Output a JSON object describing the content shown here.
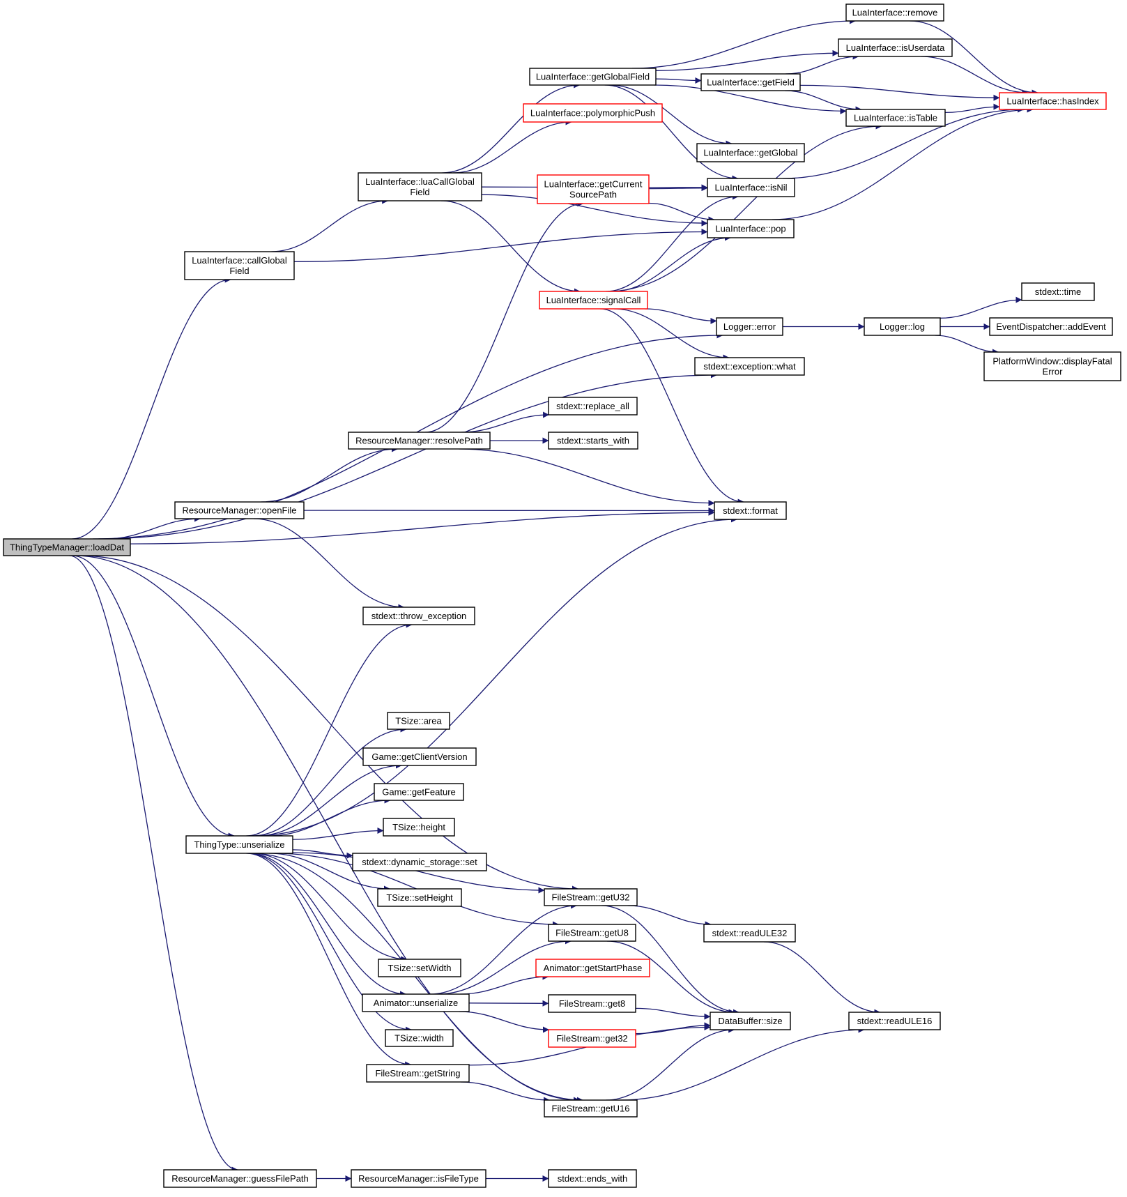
{
  "graph": {
    "root": "loadDat",
    "colors": {
      "edge": "#191970",
      "box_border": "#000000",
      "box_border_incomplete": "#ff0000",
      "root_fill": "#bfbfbf"
    },
    "nodes": [
      {
        "id": "loadDat",
        "lines": [
          "ThingTypeManager::loadDat"
        ],
        "style": "root"
      },
      {
        "id": "callGlobalField",
        "lines": [
          "LuaInterface::callGlobal",
          "Field"
        ]
      },
      {
        "id": "luaCallGlobalField",
        "lines": [
          "LuaInterface::luaCallGlobal",
          "Field"
        ]
      },
      {
        "id": "getGlobalField",
        "lines": [
          "LuaInterface::getGlobalField"
        ]
      },
      {
        "id": "polymorphicPush",
        "lines": [
          "LuaInterface::polymorphicPush"
        ],
        "style": "red"
      },
      {
        "id": "getCurrentSourcePath",
        "lines": [
          "LuaInterface::getCurrent",
          "SourcePath"
        ],
        "style": "red"
      },
      {
        "id": "signalCall",
        "lines": [
          "LuaInterface::signalCall"
        ],
        "style": "red"
      },
      {
        "id": "remove",
        "lines": [
          "LuaInterface::remove"
        ]
      },
      {
        "id": "isUserdata",
        "lines": [
          "LuaInterface::isUserdata"
        ]
      },
      {
        "id": "getField",
        "lines": [
          "LuaInterface::getField"
        ]
      },
      {
        "id": "isTable",
        "lines": [
          "LuaInterface::isTable"
        ]
      },
      {
        "id": "hasIndex",
        "lines": [
          "LuaInterface::hasIndex"
        ],
        "style": "red"
      },
      {
        "id": "getGlobal",
        "lines": [
          "LuaInterface::getGlobal"
        ]
      },
      {
        "id": "isNil",
        "lines": [
          "LuaInterface::isNil"
        ]
      },
      {
        "id": "pop",
        "lines": [
          "LuaInterface::pop"
        ]
      },
      {
        "id": "loggerError",
        "lines": [
          "Logger::error"
        ]
      },
      {
        "id": "loggerLog",
        "lines": [
          "Logger::log"
        ]
      },
      {
        "id": "time",
        "lines": [
          "stdext::time"
        ]
      },
      {
        "id": "addEvent",
        "lines": [
          "EventDispatcher::addEvent"
        ]
      },
      {
        "id": "displayFatalError",
        "lines": [
          "PlatformWindow::displayFatal",
          "Error"
        ]
      },
      {
        "id": "exceptionWhat",
        "lines": [
          "stdext::exception::what"
        ]
      },
      {
        "id": "replaceAll",
        "lines": [
          "stdext::replace_all"
        ]
      },
      {
        "id": "startsWith",
        "lines": [
          "stdext::starts_with"
        ]
      },
      {
        "id": "resolvePath",
        "lines": [
          "ResourceManager::resolvePath"
        ]
      },
      {
        "id": "openFile",
        "lines": [
          "ResourceManager::openFile"
        ]
      },
      {
        "id": "format",
        "lines": [
          "stdext::format"
        ]
      },
      {
        "id": "throwException",
        "lines": [
          "stdext::throw_exception"
        ]
      },
      {
        "id": "area",
        "lines": [
          "TSize::area"
        ]
      },
      {
        "id": "getClientVersion",
        "lines": [
          "Game::getClientVersion"
        ]
      },
      {
        "id": "getFeature",
        "lines": [
          "Game::getFeature"
        ]
      },
      {
        "id": "height",
        "lines": [
          "TSize::height"
        ]
      },
      {
        "id": "thingUnserialize",
        "lines": [
          "ThingType::unserialize"
        ]
      },
      {
        "id": "dynamicSet",
        "lines": [
          "stdext::dynamic_storage::set"
        ]
      },
      {
        "id": "setHeight",
        "lines": [
          "TSize::setHeight"
        ]
      },
      {
        "id": "getU32",
        "lines": [
          "FileStream::getU32"
        ]
      },
      {
        "id": "getU8",
        "lines": [
          "FileStream::getU8"
        ]
      },
      {
        "id": "readULE32",
        "lines": [
          "stdext::readULE32"
        ]
      },
      {
        "id": "setWidth",
        "lines": [
          "TSize::setWidth"
        ]
      },
      {
        "id": "getStartPhase",
        "lines": [
          "Animator::getStartPhase"
        ],
        "style": "red"
      },
      {
        "id": "animUnserialize",
        "lines": [
          "Animator::unserialize"
        ]
      },
      {
        "id": "get8",
        "lines": [
          "FileStream::get8"
        ]
      },
      {
        "id": "bufferSize",
        "lines": [
          "DataBuffer::size"
        ]
      },
      {
        "id": "readULE16",
        "lines": [
          "stdext::readULE16"
        ]
      },
      {
        "id": "get32",
        "lines": [
          "FileStream::get32"
        ],
        "style": "red"
      },
      {
        "id": "width",
        "lines": [
          "TSize::width"
        ]
      },
      {
        "id": "getString",
        "lines": [
          "FileStream::getString"
        ]
      },
      {
        "id": "getU16",
        "lines": [
          "FileStream::getU16"
        ]
      },
      {
        "id": "guessFilePath",
        "lines": [
          "ResourceManager::guessFilePath"
        ]
      },
      {
        "id": "isFileType",
        "lines": [
          "ResourceManager::isFileType"
        ]
      },
      {
        "id": "endsWith",
        "lines": [
          "stdext::ends_with"
        ]
      }
    ],
    "edges": [
      [
        "loadDat",
        "callGlobalField"
      ],
      [
        "loadDat",
        "loggerError"
      ],
      [
        "loadDat",
        "exceptionWhat"
      ],
      [
        "loadDat",
        "openFile"
      ],
      [
        "loadDat",
        "format"
      ],
      [
        "loadDat",
        "getU32"
      ],
      [
        "loadDat",
        "thingUnserialize"
      ],
      [
        "loadDat",
        "getU16"
      ],
      [
        "loadDat",
        "guessFilePath"
      ],
      [
        "callGlobalField",
        "luaCallGlobalField"
      ],
      [
        "callGlobalField",
        "pop"
      ],
      [
        "luaCallGlobalField",
        "getGlobalField"
      ],
      [
        "luaCallGlobalField",
        "polymorphicPush"
      ],
      [
        "luaCallGlobalField",
        "isNil"
      ],
      [
        "luaCallGlobalField",
        "pop"
      ],
      [
        "luaCallGlobalField",
        "signalCall"
      ],
      [
        "getGlobalField",
        "remove"
      ],
      [
        "getGlobalField",
        "isUserdata"
      ],
      [
        "getGlobalField",
        "getField"
      ],
      [
        "getGlobalField",
        "isTable"
      ],
      [
        "getGlobalField",
        "getGlobal"
      ],
      [
        "getGlobalField",
        "isNil"
      ],
      [
        "getField",
        "isUserdata"
      ],
      [
        "getField",
        "hasIndex"
      ],
      [
        "getField",
        "isTable"
      ],
      [
        "remove",
        "hasIndex"
      ],
      [
        "isUserdata",
        "hasIndex"
      ],
      [
        "isTable",
        "hasIndex"
      ],
      [
        "isNil",
        "hasIndex"
      ],
      [
        "pop",
        "hasIndex"
      ],
      [
        "getCurrentSourcePath",
        "isNil"
      ],
      [
        "getCurrentSourcePath",
        "pop"
      ],
      [
        "signalCall",
        "isNil"
      ],
      [
        "signalCall",
        "pop"
      ],
      [
        "signalCall",
        "isTable"
      ],
      [
        "signalCall",
        "loggerError"
      ],
      [
        "signalCall",
        "exceptionWhat"
      ],
      [
        "signalCall",
        "format"
      ],
      [
        "loggerError",
        "loggerLog"
      ],
      [
        "loggerLog",
        "time"
      ],
      [
        "loggerLog",
        "addEvent"
      ],
      [
        "loggerLog",
        "displayFatalError"
      ],
      [
        "resolvePath",
        "getCurrentSourcePath"
      ],
      [
        "resolvePath",
        "replaceAll"
      ],
      [
        "resolvePath",
        "startsWith"
      ],
      [
        "resolvePath",
        "format"
      ],
      [
        "openFile",
        "resolvePath"
      ],
      [
        "openFile",
        "format"
      ],
      [
        "openFile",
        "throwException"
      ],
      [
        "thingUnserialize",
        "throwException"
      ],
      [
        "thingUnserialize",
        "format"
      ],
      [
        "thingUnserialize",
        "getU32"
      ],
      [
        "thingUnserialize",
        "area"
      ],
      [
        "thingUnserialize",
        "getClientVersion"
      ],
      [
        "thingUnserialize",
        "getFeature"
      ],
      [
        "thingUnserialize",
        "height"
      ],
      [
        "thingUnserialize",
        "dynamicSet"
      ],
      [
        "thingUnserialize",
        "setHeight"
      ],
      [
        "thingUnserialize",
        "getU8"
      ],
      [
        "thingUnserialize",
        "setWidth"
      ],
      [
        "thingUnserialize",
        "animUnserialize"
      ],
      [
        "thingUnserialize",
        "width"
      ],
      [
        "thingUnserialize",
        "getString"
      ],
      [
        "thingUnserialize",
        "getU16"
      ],
      [
        "getU32",
        "readULE32"
      ],
      [
        "getU32",
        "bufferSize"
      ],
      [
        "getU8",
        "bufferSize"
      ],
      [
        "readULE32",
        "readULE16"
      ],
      [
        "animUnserialize",
        "getU32"
      ],
      [
        "animUnserialize",
        "getU8"
      ],
      [
        "animUnserialize",
        "getStartPhase"
      ],
      [
        "animUnserialize",
        "get8"
      ],
      [
        "animUnserialize",
        "get32"
      ],
      [
        "get8",
        "bufferSize"
      ],
      [
        "get32",
        "bufferSize"
      ],
      [
        "getString",
        "bufferSize"
      ],
      [
        "getString",
        "getU16"
      ],
      [
        "getU16",
        "bufferSize"
      ],
      [
        "getU16",
        "readULE16"
      ],
      [
        "guessFilePath",
        "isFileType"
      ],
      [
        "isFileType",
        "endsWith"
      ]
    ]
  }
}
